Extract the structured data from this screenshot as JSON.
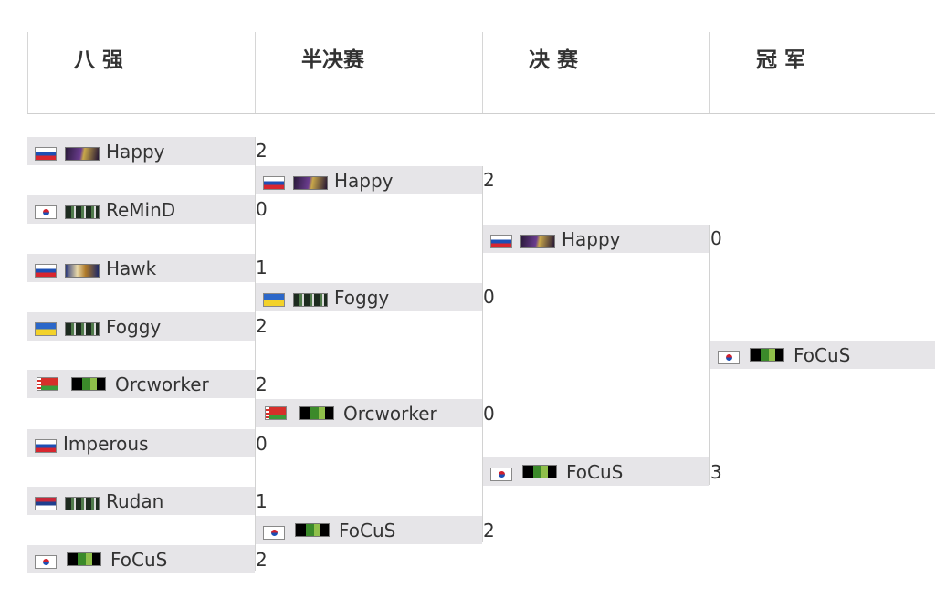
{
  "headers": [
    "八 强",
    "半决赛",
    "决 赛",
    "冠 军"
  ],
  "quarterfinals": [
    {
      "player": "Happy",
      "flag": "russia-flag",
      "race": "nightelf-icon",
      "score": "2"
    },
    {
      "player": "ReMinD",
      "flag": "korea-flag",
      "race": "undead-icon",
      "score": "0"
    },
    {
      "player": "Hawk",
      "flag": "russia-flag",
      "race": "human-icon",
      "score": "1"
    },
    {
      "player": "Foggy",
      "flag": "ukraine-flag",
      "race": "undead-icon",
      "score": "2"
    },
    {
      "player": "Orcworker",
      "flag": "belarus-flag",
      "race": "orc-icon",
      "score": "2"
    },
    {
      "player": "Imperous",
      "flag": "russia-flag",
      "race": "",
      "score": "0"
    },
    {
      "player": "Rudan",
      "flag": "serbia-flag",
      "race": "undead-icon",
      "score": "1"
    },
    {
      "player": "FoCuS",
      "flag": "korea-flag",
      "race": "orc-icon",
      "score": "2"
    }
  ],
  "semifinals": [
    {
      "player": "Happy",
      "flag": "russia-flag",
      "race": "nightelf-icon",
      "score": "2"
    },
    {
      "player": "Foggy",
      "flag": "ukraine-flag",
      "race": "undead-icon",
      "score": "0"
    },
    {
      "player": "Orcworker",
      "flag": "belarus-flag",
      "race": "orc-icon",
      "score": "0"
    },
    {
      "player": "FoCuS",
      "flag": "korea-flag",
      "race": "orc-icon",
      "score": "2"
    }
  ],
  "final": [
    {
      "player": "Happy",
      "flag": "russia-flag",
      "race": "nightelf-icon",
      "score": "0"
    },
    {
      "player": "FoCuS",
      "flag": "korea-flag",
      "race": "orc-icon",
      "score": "3"
    }
  ],
  "champion": {
    "player": "FoCuS",
    "flag": "korea-flag",
    "race": "orc-icon"
  }
}
